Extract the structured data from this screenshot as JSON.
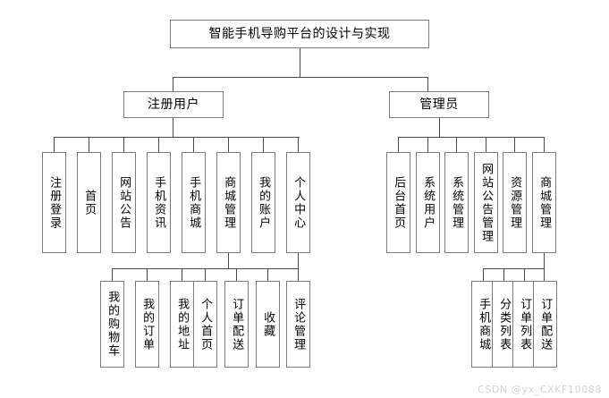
{
  "diagram": {
    "type": "tree",
    "title": "智能手机导购平台的设计与实现",
    "root": {
      "label": "智能手机导购平台的设计与实现"
    },
    "level2": [
      {
        "label": "注册用户"
      },
      {
        "label": "管理员"
      }
    ],
    "user_children": [
      {
        "label": "注册登录"
      },
      {
        "label": "首页"
      },
      {
        "label": "网站公告"
      },
      {
        "label": "手机资讯"
      },
      {
        "label": "手机商城"
      },
      {
        "label": "商城管理"
      },
      {
        "label": "我的账户"
      },
      {
        "label": "个人中心"
      }
    ],
    "admin_children": [
      {
        "label": "后台首页"
      },
      {
        "label": "系统用户"
      },
      {
        "label": "系统管理"
      },
      {
        "label": "网站公告管理"
      },
      {
        "label": "资源管理"
      },
      {
        "label": "商城管理"
      }
    ],
    "mall_mgmt_children": [
      {
        "label": "我的购物车"
      },
      {
        "label": "我的订单"
      },
      {
        "label": "我的地址"
      }
    ],
    "personal_center_children": [
      {
        "label": "个人首页"
      },
      {
        "label": "订单配送"
      },
      {
        "label": "收藏"
      },
      {
        "label": "评论管理"
      }
    ],
    "admin_mall_children": [
      {
        "label": "手机商城"
      },
      {
        "label": "分类列表"
      },
      {
        "label": "订单列表"
      },
      {
        "label": "订单配送"
      }
    ]
  },
  "watermark": {
    "text": "CSDN @yx_CXKF10088"
  }
}
